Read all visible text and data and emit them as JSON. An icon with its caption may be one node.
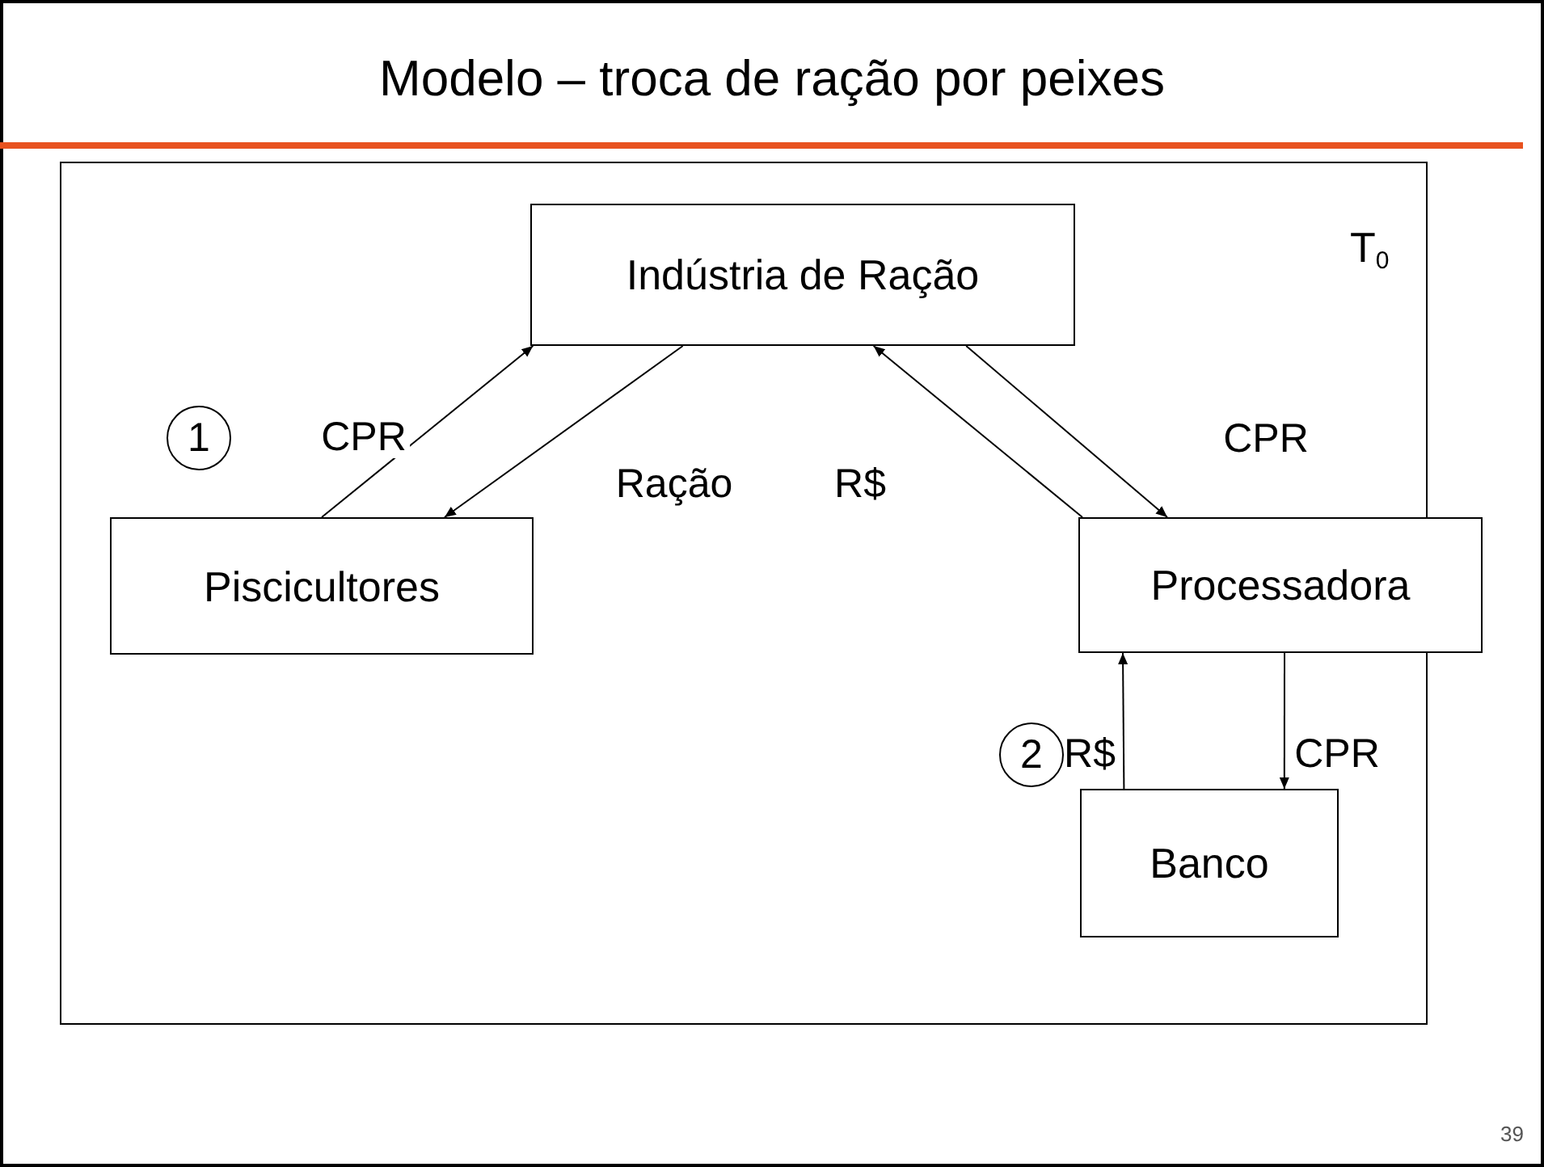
{
  "diagram": {
    "title": "Modelo – troca de ração por peixes",
    "nodes": [
      {
        "text": [
          "Indústria de Ração"
        ]
      },
      {
        "text": [
          "Piscicultores"
        ]
      },
      {
        "text": [
          "Processadora"
        ]
      },
      {
        "text": [
          "Banco"
        ]
      },
      {
        "text": [
          "1"
        ]
      },
      {
        "text": [
          "2"
        ]
      }
    ],
    "edges": [
      {
        "from": 1,
        "to": 0,
        "arrow": "to",
        "label": "CPR"
      },
      {
        "from": 0,
        "to": 1,
        "arrow": "to",
        "label": "Ração"
      },
      {
        "from": 2,
        "to": 0,
        "arrow": "to",
        "label": "R$"
      },
      {
        "from": 0,
        "to": 2,
        "arrow": "to",
        "label": "CPR"
      },
      {
        "from": 3,
        "to": 2,
        "arrow": "to",
        "label": "R$"
      },
      {
        "from": 2,
        "to": 3,
        "arrow": "to",
        "label": "CPR"
      }
    ],
    "labels": [
      "T$_{0}$",
      "39"
    ]
  }
}
